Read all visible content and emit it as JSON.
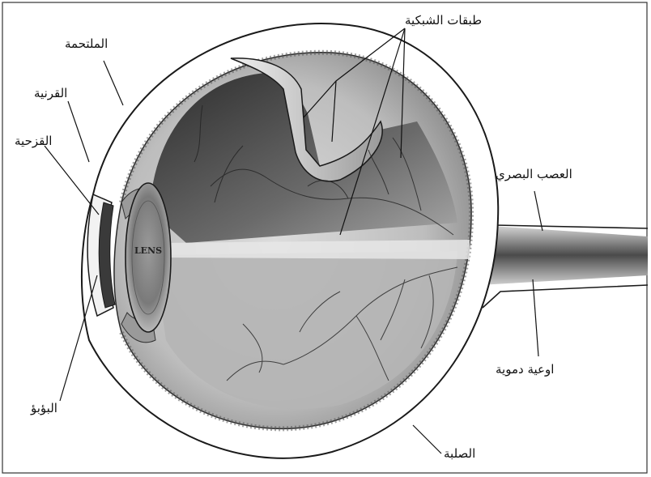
{
  "diagram": {
    "center_text": "LENS",
    "labels": {
      "conjunctiva": "الملتحمة",
      "cornea": "القرنية",
      "iris": "القزحية",
      "pupil": "البؤبؤ",
      "retina_layers": "طبقات الشبكية",
      "optic_nerve": "العصب البصري",
      "blood_vessels": "اوعية دموية",
      "sclera": "الصلبة"
    }
  },
  "colors": {
    "outline": "#1a1a1a",
    "shade_dark": "#3a3a3a",
    "shade_mid": "#8a8a8a",
    "shade_light": "#cfcfcf",
    "background": "#ffffff"
  }
}
